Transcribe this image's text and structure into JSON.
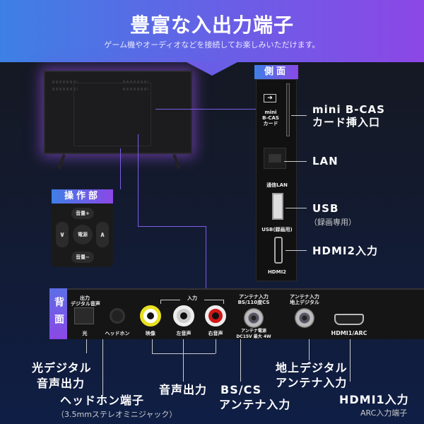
{
  "header": {
    "title": "豊富な入出力端子",
    "subtitle": "ゲーム機やオーディオなどを接続してお楽しみいただけます。"
  },
  "side": {
    "tag": "側面",
    "ports": {
      "bcas": "mini\nB-CAS\nカード",
      "lan": "通信LAN",
      "usb": "USB(録画用)",
      "hdmi2": "HDMI2"
    },
    "labels": {
      "bcas1": "mini B-CAS",
      "bcas2": "カード挿入口",
      "lan": "LAN",
      "usb": "USB",
      "usb_note": "（録画専用）",
      "hdmi2": "HDMI2入力"
    }
  },
  "control": {
    "tag": "操作部",
    "vol_up": "音量+",
    "vol_down": "音量−",
    "power": "電源",
    "ch_down": "∨",
    "ch_up": "∧"
  },
  "back": {
    "tag": "背面",
    "ports": {
      "optical_top": "出力\nデジタル音声",
      "optical": "光",
      "headphone": "ヘッドホン",
      "input": "入力",
      "video": "映像",
      "left": "左音声",
      "right": "右音声",
      "bs_top": "アンテナ入力\nBS/110度CS",
      "bs_bottom": "アンテナ電源\nDC15V 最大 4W",
      "terr_top": "アンテナ入力\n地上デジタル",
      "hdmi1": "HDMI1/ARC"
    },
    "labels": {
      "optical1": "光デジタル",
      "optical2": "音声出力",
      "headphone": "ヘッドホン端子",
      "headphone_note": "（3.5mmステレオミニジャック）",
      "audio": "音声出力",
      "bs1": "BS/CS",
      "bs2": "アンテナ入力",
      "terr1": "地上デジタル",
      "terr2": "アンテナ入力",
      "hdmi1": "HDMI1入力",
      "hdmi1_note": "ARC入力端子"
    }
  },
  "colors": {
    "gradient_start": "#3d80e4",
    "gradient_end": "#8c47e6",
    "rca_video": "#e8e020",
    "rca_left": "#ffffff",
    "rca_right": "#d01818"
  }
}
